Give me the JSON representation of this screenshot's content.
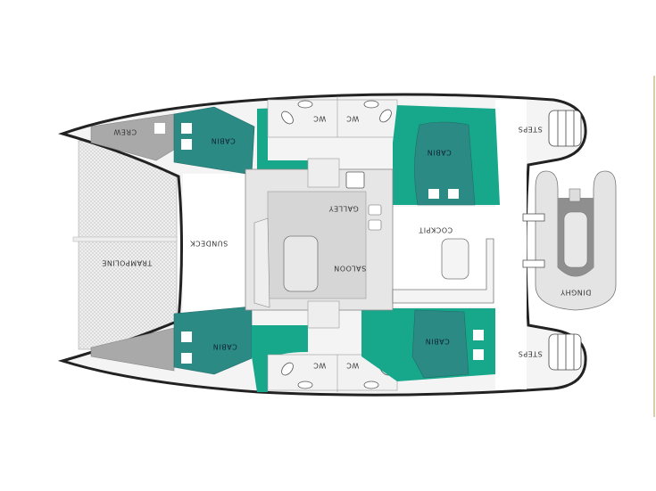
{
  "labels": {
    "crew": "CREW",
    "cabin_fwd_top": "CABIN",
    "cabin_fwd_bottom": "CABIN",
    "cabin_aft_top": "CABIN",
    "cabin_aft_bottom": "CABIN",
    "wc_1": "WC",
    "wc_2": "WC",
    "wc_3": "WC",
    "wc_4": "WC",
    "galley": "GALLEY",
    "saloon": "SALOON",
    "cockpit": "COCKPIT",
    "sundeck": "SUNDECK",
    "trampoline": "TRAMPOLINE",
    "steps_top": "STEPS",
    "steps_bottom": "STEPS",
    "dinghy": "DINGHY"
  },
  "colors": {
    "cabin_dark_teal": "#2b8a84",
    "cabin_bright_teal": "#17a88c",
    "crew_grey": "#a9a9a9",
    "interior_grey": "#dcdcdc",
    "hull_outline": "#222222",
    "frame_accent": "#d8cfa6"
  }
}
